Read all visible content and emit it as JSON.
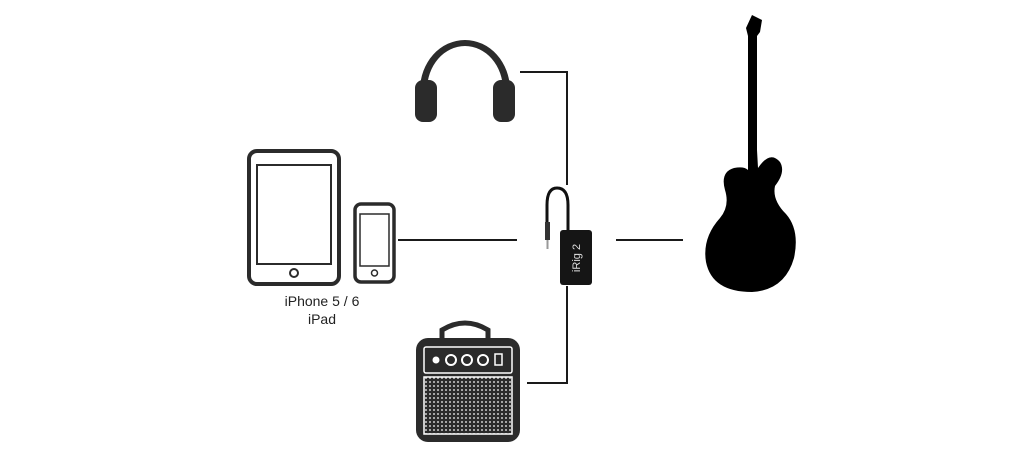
{
  "device_caption": {
    "line1": "iPhone 5 / 6",
    "line2": "iPad"
  },
  "interface_label": "iRig 2",
  "colors": {
    "icon": "#2b2b2b",
    "guitar": "#000000",
    "line": "#1a1a1a"
  }
}
